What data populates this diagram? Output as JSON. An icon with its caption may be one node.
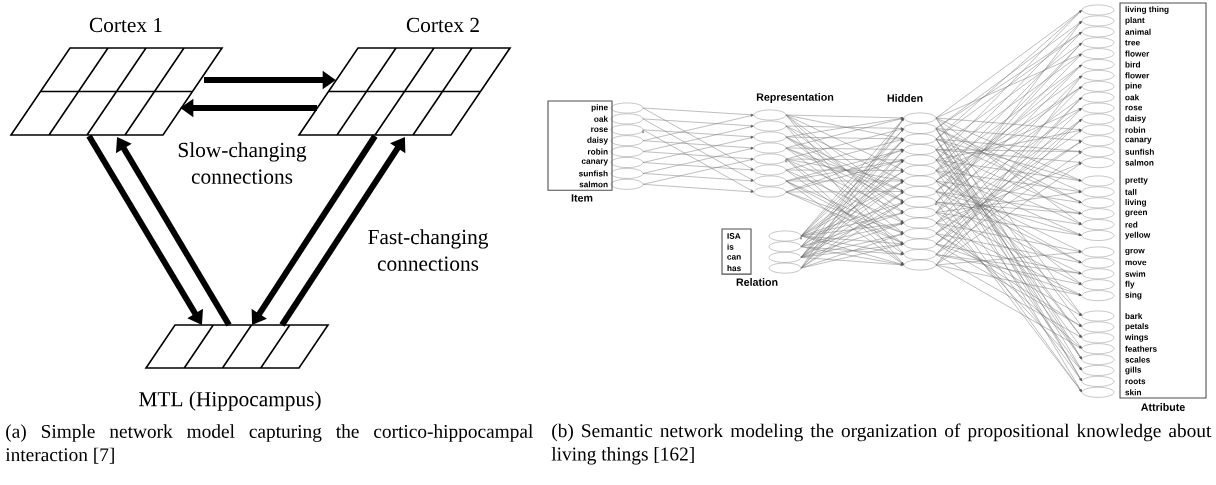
{
  "diagram": {
    "nodes": [
      {
        "text": [
          "Cortex 1"
        ]
      },
      {
        "text": [
          "Cortex 2"
        ]
      },
      {
        "text": [
          "MTL (Hippocampus)"
        ]
      },
      {
        "text": [
          "Item",
          "pine",
          "oak",
          "rose",
          "daisy",
          "robin",
          "canary",
          "sunfish",
          "salmon"
        ]
      },
      {
        "text": [
          "Representation"
        ]
      },
      {
        "text": [
          "Hidden"
        ]
      },
      {
        "text": [
          "Relation",
          "ISA",
          "is",
          "can",
          "has"
        ]
      },
      {
        "text": [
          "Attribute",
          "living thing",
          "plant",
          "animal",
          "tree",
          "flower",
          "bird",
          "flower",
          "pine",
          "oak",
          "rose",
          "daisy",
          "robin",
          "canary",
          "sunfish",
          "salmon",
          "pretty",
          "tall",
          "living",
          "green",
          "red",
          "yellow",
          "grow",
          "move",
          "swim",
          "fly",
          "sing",
          "bark",
          "petals",
          "wings",
          "feathers",
          "scales",
          "gills",
          "roots",
          "skin"
        ]
      }
    ],
    "edges": [
      {
        "from": 0,
        "to": 1,
        "arrow": "to"
      },
      {
        "from": 1,
        "to": 0,
        "arrow": "to"
      },
      {
        "from": 0,
        "to": 2,
        "arrow": "to"
      },
      {
        "from": 2,
        "to": 0,
        "arrow": "to"
      },
      {
        "from": 1,
        "to": 2,
        "arrow": "to"
      },
      {
        "from": 2,
        "to": 1,
        "arrow": "to"
      },
      {
        "from": 3,
        "to": 4,
        "arrow": "to",
        "color": "#737373"
      },
      {
        "from": 4,
        "to": 5,
        "arrow": "to",
        "color": "#737373"
      },
      {
        "from": 6,
        "to": 5,
        "arrow": "to",
        "color": "#737373"
      },
      {
        "from": 5,
        "to": 7,
        "arrow": "to",
        "color": "#737373"
      }
    ],
    "labels": [
      "Slow-changing connections",
      "Fast-changing connections",
      "(a) Simple network model capturing the cortico-hippocampal interaction [7]",
      "(b) Semantic network modeling the organization of propositional knowledge about living things [162]"
    ]
  }
}
